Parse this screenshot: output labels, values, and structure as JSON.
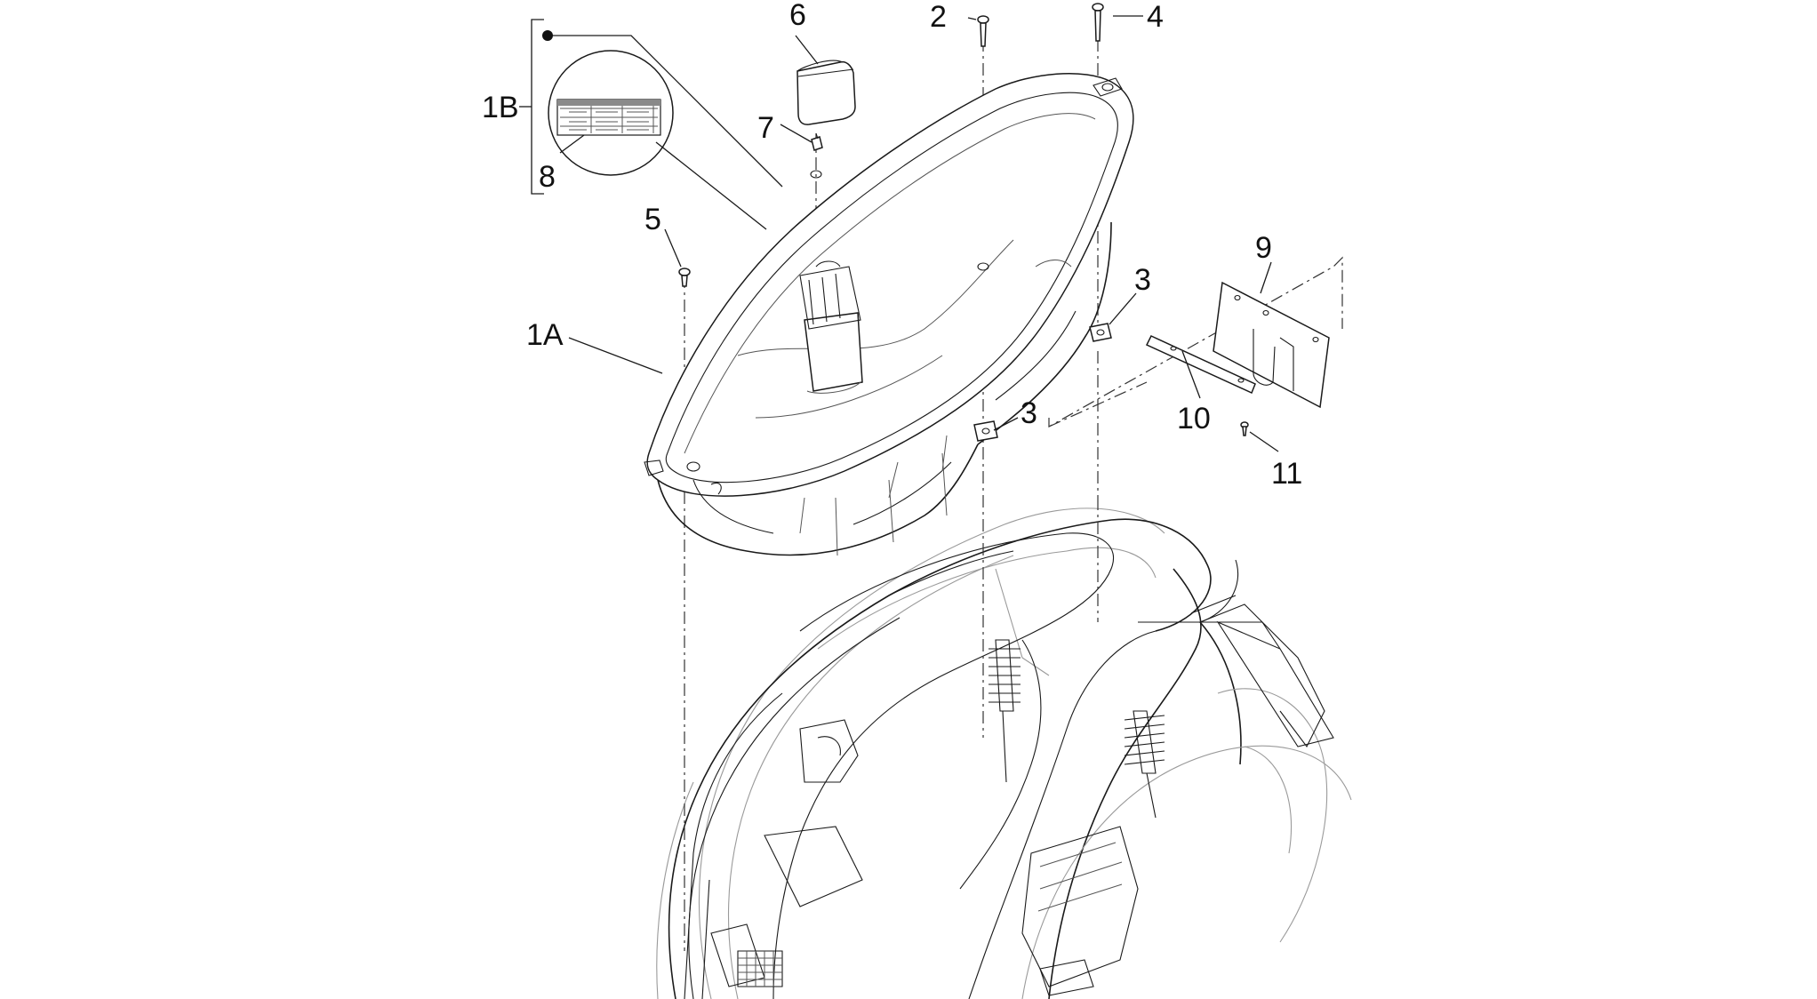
{
  "callouts": {
    "c1A": "1A",
    "c1B": "1B",
    "c2": "2",
    "c3a": "3",
    "c3b": "3",
    "c4": "4",
    "c5": "5",
    "c6": "6",
    "c7": "7",
    "c8": "8",
    "c9": "9",
    "c10": "10",
    "c11": "11"
  },
  "colors": {
    "line": "#1a1a1a",
    "background": "#ffffff"
  }
}
